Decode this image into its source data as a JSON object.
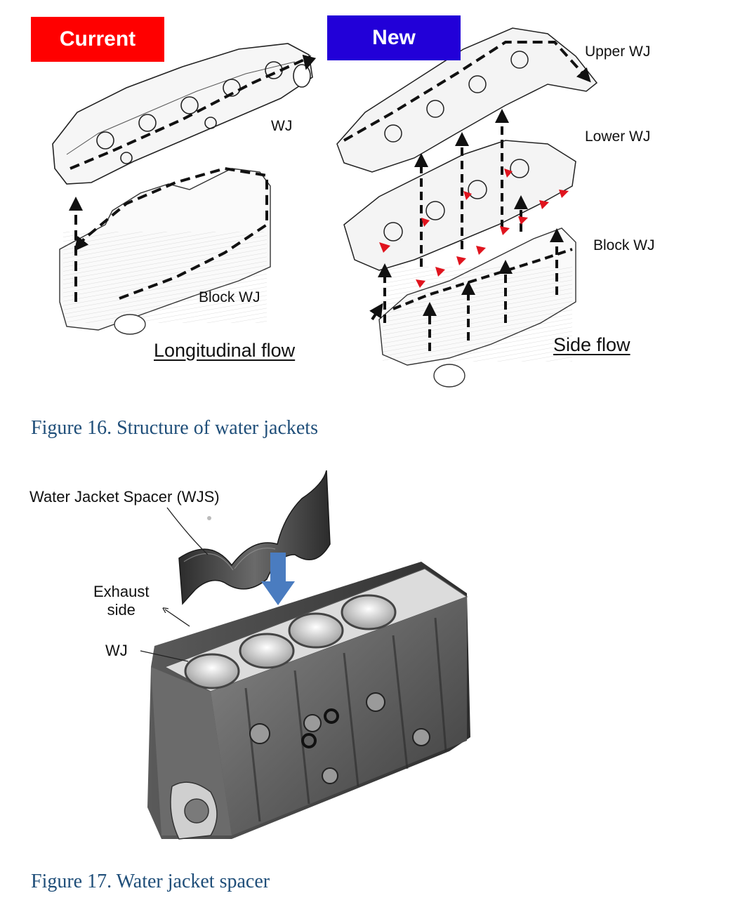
{
  "figure16": {
    "caption": "Figure 16. Structure of water jackets",
    "current": {
      "badge": "Current",
      "wj_label": "WJ",
      "block_label": "Block WJ",
      "flow_label": "Longitudinal flow",
      "badge_color": "#ff0000"
    },
    "new": {
      "badge": "New",
      "upper_label": "Upper WJ",
      "lower_label": "Lower WJ",
      "block_label": "Block WJ",
      "flow_label": "Side flow",
      "badge_color": "#2200d8",
      "accent_color": "#e0141e"
    }
  },
  "figure17": {
    "caption": "Figure 17. Water jacket spacer",
    "spacer_label": "Water Jacket Spacer (WJS)",
    "exhaust_label_line1": "Exhaust",
    "exhaust_label_line2": "side",
    "wj_label": "WJ",
    "arrow_color": "#4a7cc0"
  }
}
